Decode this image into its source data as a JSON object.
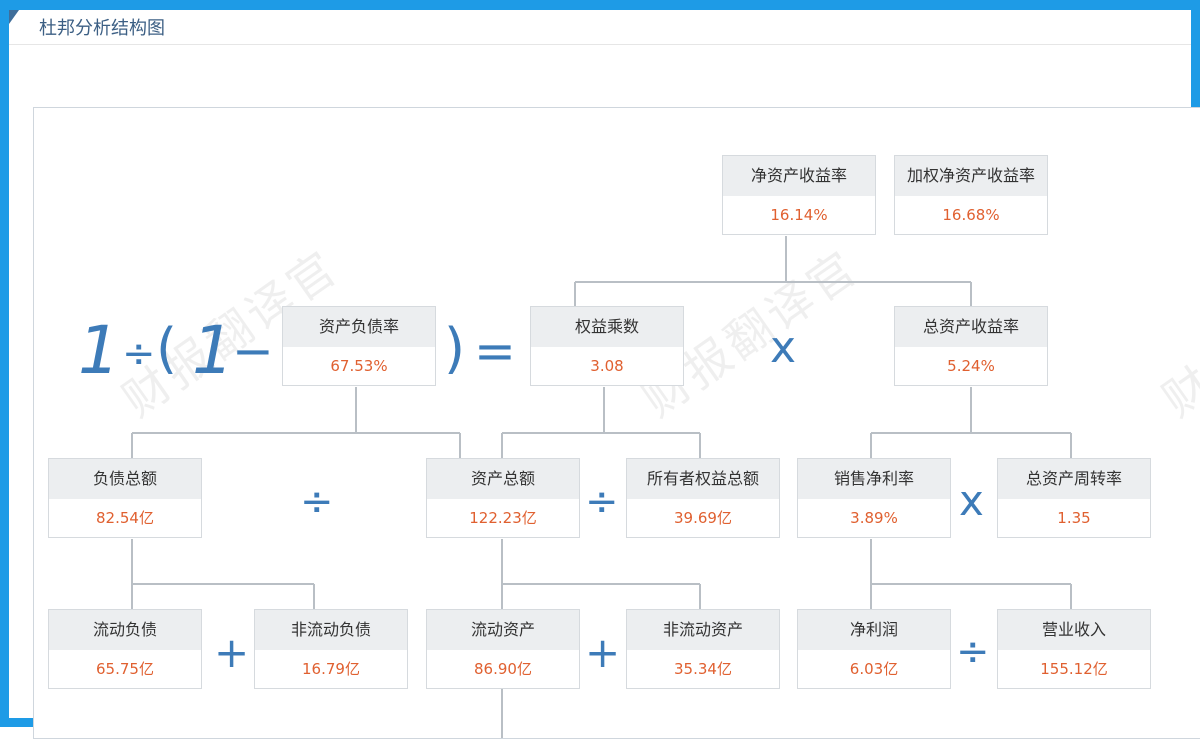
{
  "title": "杜邦分析结构图",
  "watermark": "财报翻译官",
  "nodes": {
    "roe": {
      "label": "净资产收益率",
      "value": "16.14%"
    },
    "wroe": {
      "label": "加权净资产收益率",
      "value": "16.68%"
    },
    "debt_ratio": {
      "label": "资产负债率",
      "value": "67.53%"
    },
    "equity_mult": {
      "label": "权益乘数",
      "value": "3.08"
    },
    "roa": {
      "label": "总资产收益率",
      "value": "5.24%"
    },
    "total_liab": {
      "label": "负债总额",
      "value": "82.54亿"
    },
    "total_assets": {
      "label": "资产总额",
      "value": "122.23亿"
    },
    "owner_equity": {
      "label": "所有者权益总额",
      "value": "39.69亿"
    },
    "net_margin": {
      "label": "销售净利率",
      "value": "3.89%"
    },
    "asset_turnover": {
      "label": "总资产周转率",
      "value": "1.35"
    },
    "cur_liab": {
      "label": "流动负债",
      "value": "65.75亿"
    },
    "noncur_liab": {
      "label": "非流动负债",
      "value": "16.79亿"
    },
    "cur_assets": {
      "label": "流动资产",
      "value": "86.90亿"
    },
    "noncur_assets": {
      "label": "非流动资产",
      "value": "35.34亿"
    },
    "net_profit": {
      "label": "净利润",
      "value": "6.03亿"
    },
    "revenue": {
      "label": "营业收入",
      "value": "155.12亿"
    }
  },
  "formula": {
    "one_a": "1",
    "div": "÷",
    "lparen": "(",
    "one_b": "1",
    "minus": "−",
    "rparen": ")",
    "eq": "="
  },
  "operators": {
    "times": "x",
    "div": "÷",
    "plus": "+"
  },
  "colors": {
    "border": "#1e9be6",
    "accent": "#3d7bb8",
    "value": "#e06030",
    "title": "#3c5f84"
  }
}
